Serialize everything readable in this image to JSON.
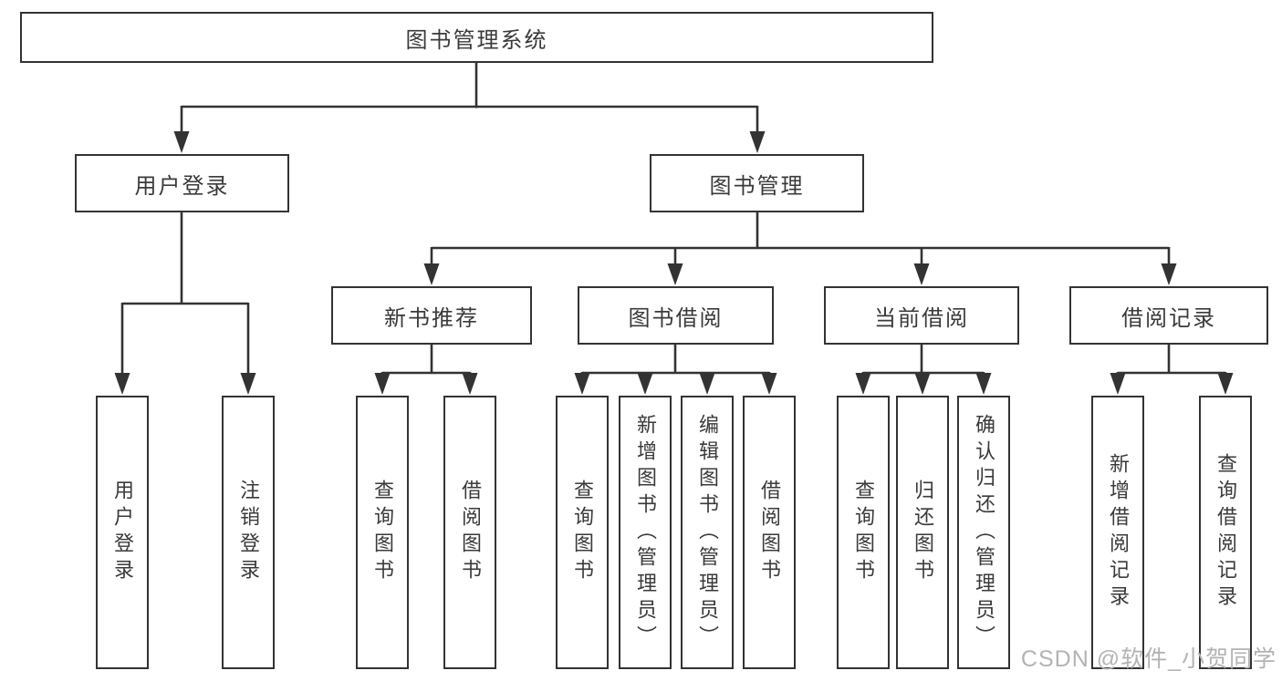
{
  "diagram": {
    "title_node": "图书管理系统",
    "nodes": {
      "root": {
        "label": "图书管理系统"
      },
      "user_login": {
        "label": "用户登录"
      },
      "book_mgmt": {
        "label": "图书管理"
      },
      "leaf_user_login": {
        "label": "用户登录"
      },
      "leaf_logout": {
        "label": "注销登录"
      },
      "new_book_rec": {
        "label": "新书推荐"
      },
      "book_borrow": {
        "label": "图书借阅"
      },
      "current_borrow": {
        "label": "当前借阅"
      },
      "borrow_records": {
        "label": "借阅记录"
      },
      "rec_query": {
        "label": "查询图书"
      },
      "rec_borrow": {
        "label": "借阅图书"
      },
      "bb_query": {
        "label": "查询图书"
      },
      "bb_add": {
        "label": "新增图书（管理员）"
      },
      "bb_edit": {
        "label": "编辑图书（管理员）"
      },
      "bb_borrow": {
        "label": "借阅图书"
      },
      "cb_query": {
        "label": "查询图书"
      },
      "cb_return": {
        "label": "归还图书"
      },
      "cb_confirm": {
        "label": "确认归还（管理员）"
      },
      "br_add": {
        "label": "新增借阅记录"
      },
      "br_query": {
        "label": "查询借阅记录"
      }
    },
    "colors": {
      "line": "#333333",
      "box_border": "#333333",
      "box_bg": "#ffffff",
      "text": "#3a3a3a",
      "watermark": "#b3b3b3"
    }
  },
  "watermark": "CSDN @软件_小贺同学"
}
